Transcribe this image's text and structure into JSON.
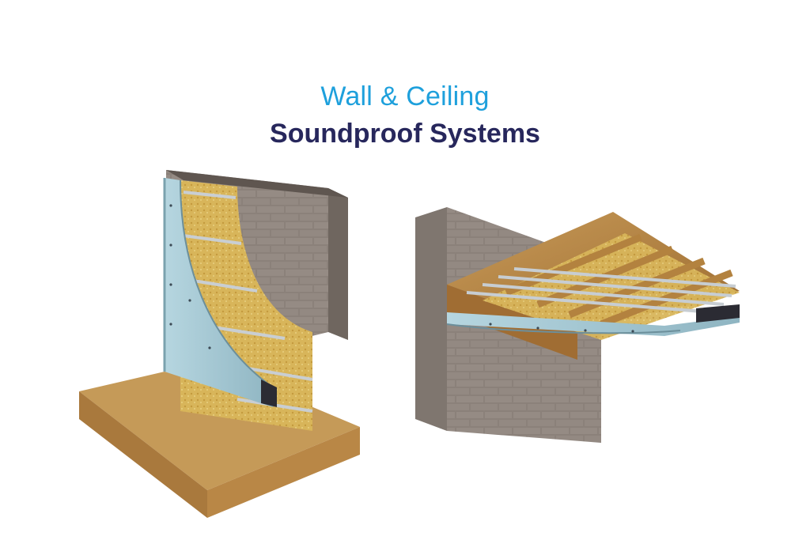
{
  "heading": {
    "line1": "Wall & Ceiling",
    "line2": "Soundproof Systems"
  },
  "illustrations": [
    {
      "name": "wall-system",
      "icon": "wall-cutaway-illustration"
    },
    {
      "name": "ceiling-system",
      "icon": "ceiling-cutaway-illustration"
    }
  ],
  "colors": {
    "title_accent": "#1ea0dc",
    "title_dark": "#27275c",
    "brick": "#8b7f78",
    "insulation": "#d9b65a",
    "plasterboard": "#9fc3cf",
    "timber": "#b07a3a"
  }
}
